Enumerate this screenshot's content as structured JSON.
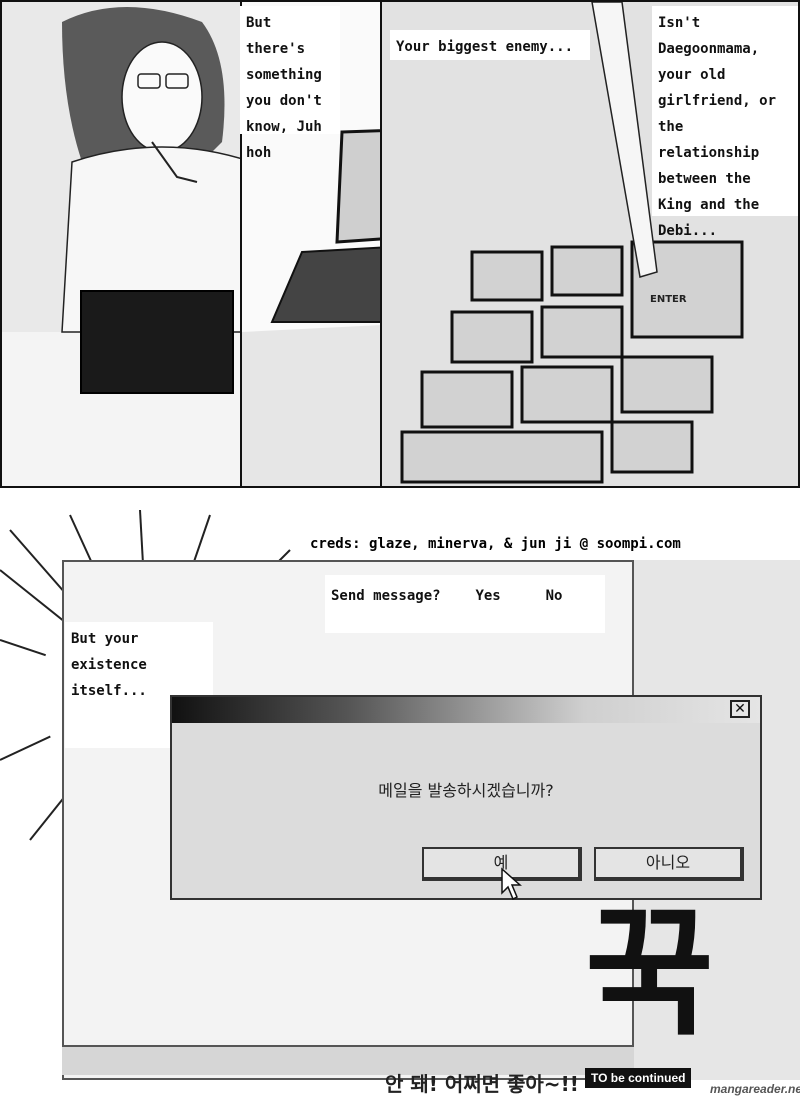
{
  "panels": {
    "top_left": {
      "bubble": "But there's something you don't know, Juh hoh"
    },
    "top_middle": {
      "caption": "Your biggest enemy..."
    },
    "top_right": {
      "caption": "Isn't Daegoonmama, your old girlfriend, or the relationship between the King and the Debi...",
      "enter_key_label": "ENTER"
    }
  },
  "bottom": {
    "credits": "creds: glaze, minerva, & jun ji @ soompi.com",
    "translation_box": {
      "question": "Send message?",
      "yes": "Yes",
      "no": "No"
    },
    "narration": "But your existence itself...",
    "dialog": {
      "close_glyph": "✕",
      "message": "메일을 발송하시겠습니까?",
      "yes_button": "예",
      "no_button": "아니오"
    },
    "sfx": "꾹",
    "exclamation": "안 돼! 어쩌면 좋아~!!",
    "to_be_continued": "TO be continued",
    "watermark": "mangareader.net"
  },
  "colors": {
    "ink": "#111111",
    "paper": "#ffffff",
    "screentone": "#e9e9e9"
  }
}
